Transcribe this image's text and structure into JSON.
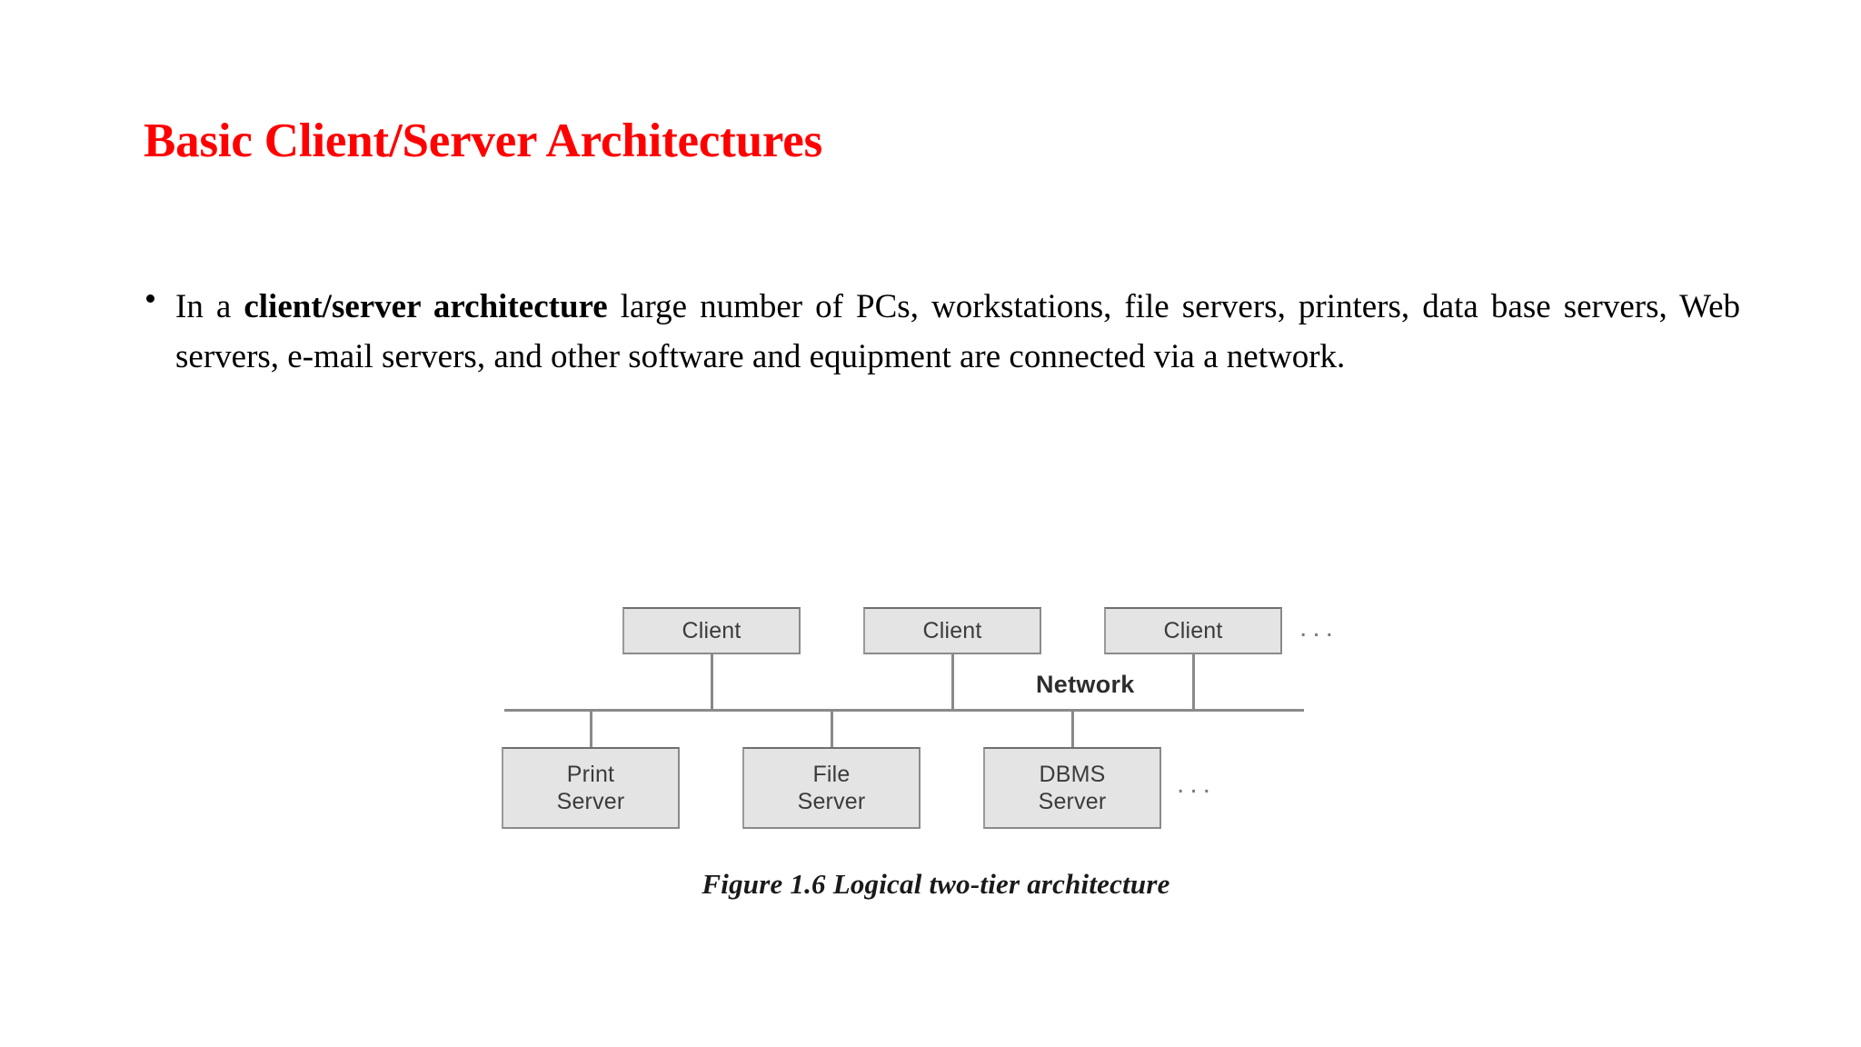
{
  "slide": {
    "title": "Basic Client/Server Architectures",
    "title_color": "#FF0000",
    "background_color": "#FFFFFF"
  },
  "body": {
    "bullet_glyph": "•",
    "text_parts": {
      "lead": "In a ",
      "emphasis": "client/server architecture",
      "rest": " large number of PCs, workstations, file servers, printers, data base servers, Web servers, e-mail servers, and other software and equipment are connected via a network."
    },
    "full_text": "In a client/server architecture large number of PCs, workstations, file servers, printers, data base servers, Web servers, e-mail servers, and other software and equipment are connected via a network."
  },
  "figure": {
    "caption": "Figure 1.6 Logical two-tier architecture",
    "network_label": "Network",
    "ellipsis": "...",
    "box_fill_color": "#E4E4E4",
    "box_border_color": "#8A8A8A",
    "clients": [
      {
        "label": "Client"
      },
      {
        "label": "Client"
      },
      {
        "label": "Client"
      }
    ],
    "servers": [
      {
        "label": "Print\nServer",
        "line1": "Print",
        "line2": "Server"
      },
      {
        "label": "File\nServer",
        "line1": "File",
        "line2": "Server"
      },
      {
        "label": "DBMS\nServer",
        "line1": "DBMS",
        "line2": "Server"
      }
    ]
  }
}
